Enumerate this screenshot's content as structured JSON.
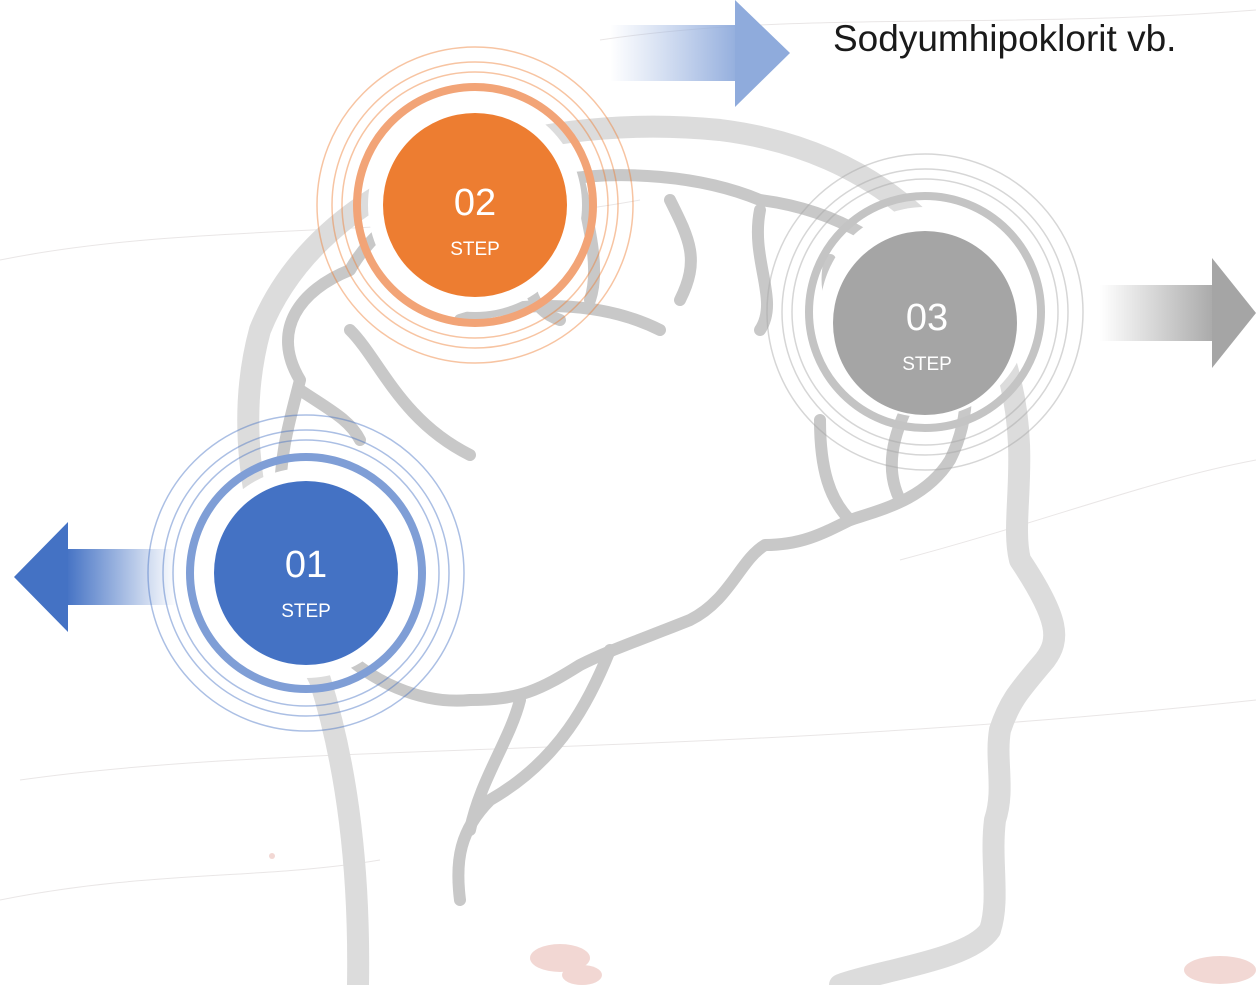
{
  "caption": "Sodyumhipoklorit vb.",
  "colors": {
    "blue": "#4472c4",
    "orange": "#ed7d31",
    "gray": "#a5a5a5",
    "outline": "#c8c8c8"
  },
  "steps": [
    {
      "number": "01",
      "label": "STEP",
      "color": "blue",
      "arrow": "left"
    },
    {
      "number": "02",
      "label": "STEP",
      "color": "orange",
      "arrow": "right"
    },
    {
      "number": "03",
      "label": "STEP",
      "color": "gray",
      "arrow": "right"
    }
  ]
}
